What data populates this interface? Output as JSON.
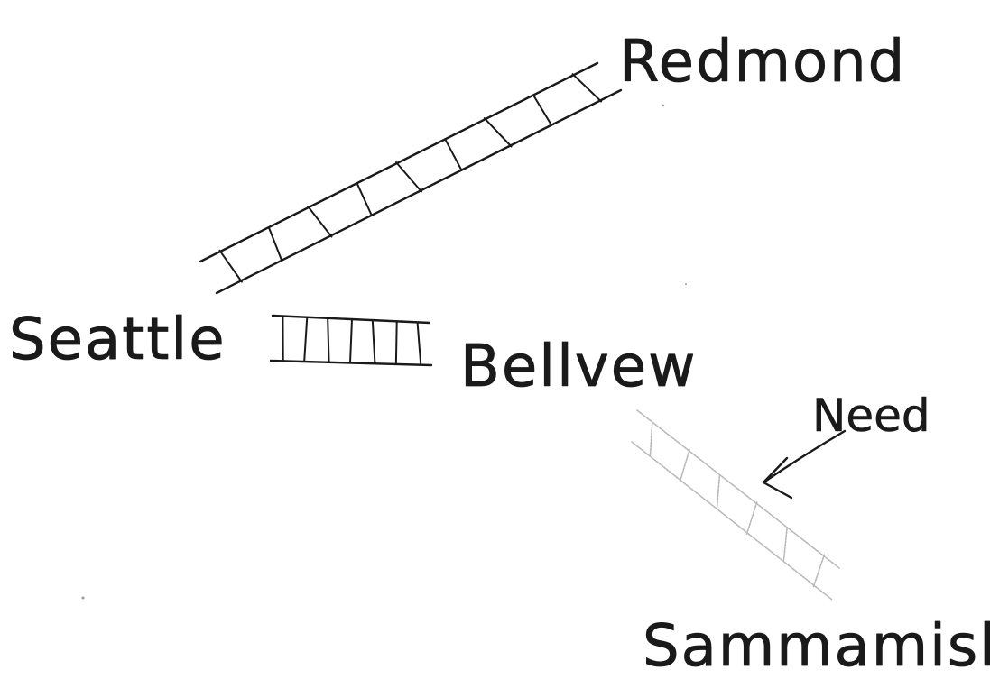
{
  "cities": {
    "seattle": "Seattle",
    "redmond": "Redmond",
    "bellevue": "Bellvew",
    "sammamish": "Sammamish"
  },
  "tracks": [
    {
      "from": "Seattle",
      "to": "Redmond",
      "status": "built"
    },
    {
      "from": "Seattle",
      "to": "Bellvew",
      "status": "built"
    },
    {
      "from": "Bellvew",
      "to": "Sammamish",
      "status": "needed"
    }
  ],
  "annotation": {
    "label": "Need"
  },
  "colors": {
    "ink": "#1a1a1a",
    "pencil": "#b8b8b8"
  }
}
